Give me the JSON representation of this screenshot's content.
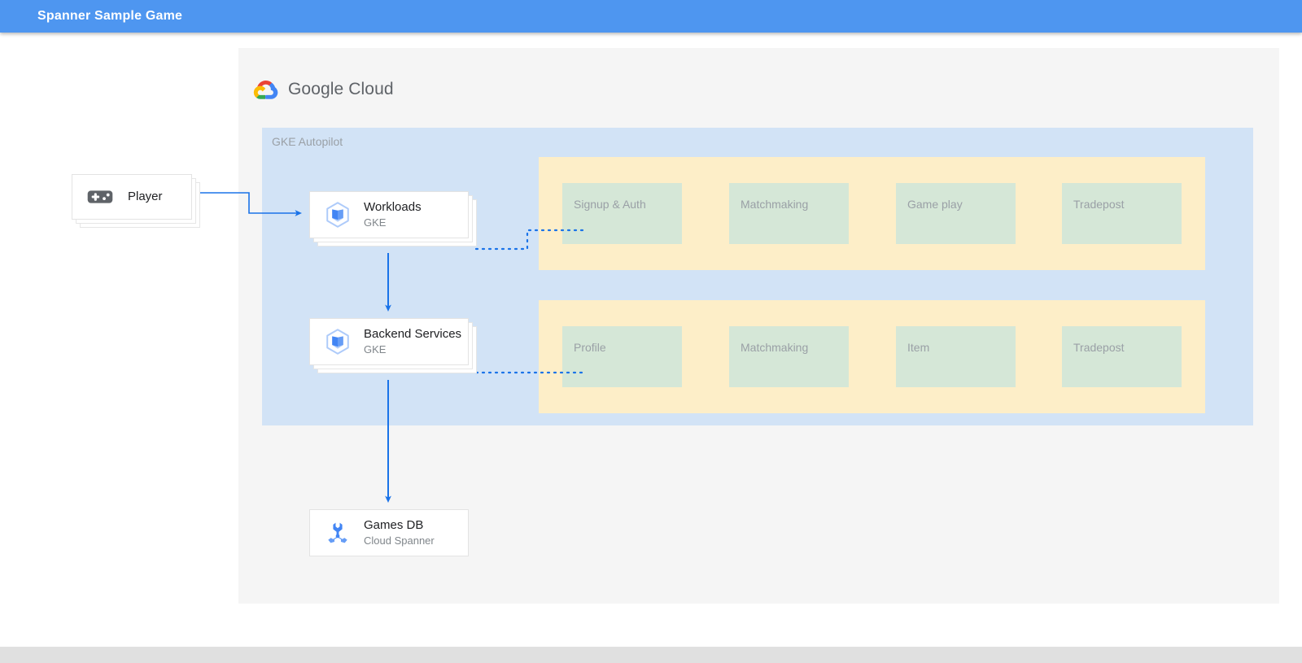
{
  "appbar": {
    "title": "Spanner Sample Game",
    "background": "#4e96f0",
    "text_color": "#ffffff"
  },
  "diagram": {
    "brand": {
      "icon": "google-cloud-logo-icon",
      "word_google": "Google",
      "word_cloud": "Cloud"
    },
    "region": {
      "label": "GKE Autopilot",
      "background": "#d2e3f6"
    },
    "actor": {
      "icon": "gamepad-icon",
      "title": "Player"
    },
    "nodes": [
      {
        "id": "workloads",
        "icon": "gke-icon",
        "title": "Workloads",
        "subtitle": "GKE"
      },
      {
        "id": "backend-services",
        "icon": "gke-icon",
        "title": "Backend Services",
        "subtitle": "GKE"
      },
      {
        "id": "games-db",
        "icon": "cloud-spanner-icon",
        "title": "Games DB",
        "subtitle": "Cloud Spanner"
      }
    ],
    "groups": [
      {
        "id": "frontend-services",
        "background": "#fdeec8",
        "services": [
          {
            "label": "Signup & Auth"
          },
          {
            "label": "Matchmaking"
          },
          {
            "label": "Game play"
          },
          {
            "label": "Tradepost"
          }
        ]
      },
      {
        "id": "backend-service-group",
        "background": "#fdeec8",
        "services": [
          {
            "label": "Profile"
          },
          {
            "label": "Matchmaking"
          },
          {
            "label": "Item"
          },
          {
            "label": "Tradepost"
          }
        ]
      }
    ],
    "colors": {
      "service_box": "#d5e7d7",
      "connector": "#1a73e8",
      "muted_text": "#9aa0a6",
      "panel": "#f5f5f5"
    }
  }
}
